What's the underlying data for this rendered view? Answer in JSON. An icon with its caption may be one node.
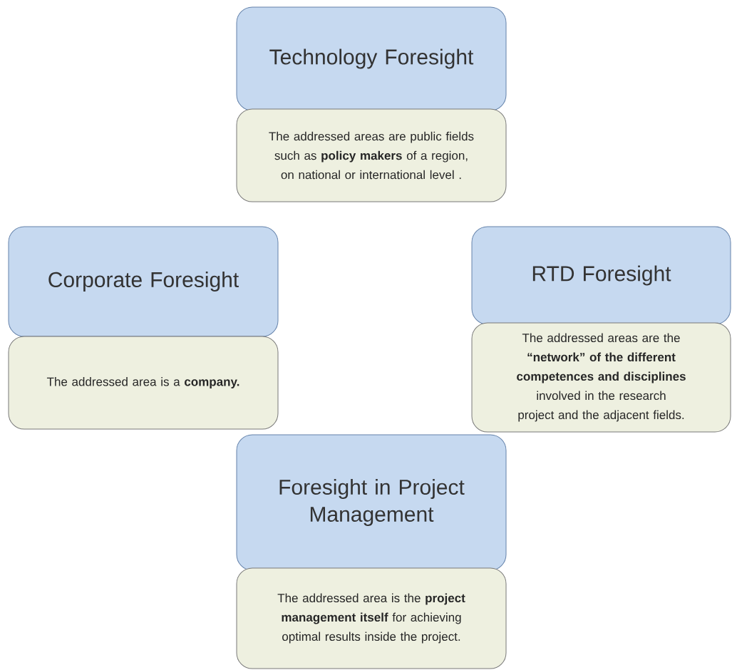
{
  "diagram": {
    "nodes": [
      {
        "text": [
          "Technology Foresight"
        ]
      },
      {
        "text": [
          "The addressed areas are public fields such as **policy makers** of a region, on national or international level ."
        ]
      },
      {
        "text": [
          "Corporate Foresight"
        ]
      },
      {
        "text": [
          "The addressed area is a **company.**"
        ]
      },
      {
        "text": [
          "RTD Foresight"
        ]
      },
      {
        "text": [
          "The addressed areas are the **“network” of the different competences and disciplines** involved in the research project and the adjacent fields."
        ]
      },
      {
        "text": [
          "Foresight in Project Management"
        ]
      },
      {
        "text": [
          "The addressed area is the **project management itself** for achieving optimal results inside the project."
        ]
      }
    ]
  }
}
